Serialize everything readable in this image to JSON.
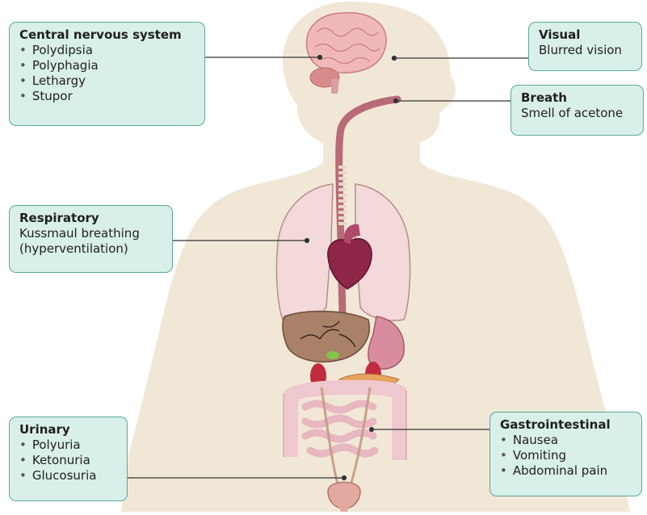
{
  "callouts": {
    "cns": {
      "title": "Central nervous system",
      "items": [
        "Polydipsia",
        "Polyphagia",
        "Lethargy",
        "Stupor"
      ]
    },
    "visual": {
      "title": "Visual",
      "text": "Blurred vision"
    },
    "breath": {
      "title": "Breath",
      "text": "Smell of acetone"
    },
    "respiratory": {
      "title": "Respiratory",
      "lines": [
        "Kussmaul breathing",
        "(hyperventilation)"
      ]
    },
    "urinary": {
      "title": "Urinary",
      "items": [
        "Polyuria",
        "Ketonuria",
        "Glucosuria"
      ]
    },
    "gastrointestinal": {
      "title": "Gastrointestinal",
      "items": [
        "Nausea",
        "Vomiting",
        "Abdominal pain"
      ]
    }
  },
  "colors": {
    "body": "#f1e7d7",
    "callout_fill": "#d9efe9",
    "callout_border": "#5aa89a",
    "leader_line": "#333333",
    "brain": "#f0b8b8",
    "lungs": "#f3d9d9",
    "heart": "#8e2647",
    "liver": "#a98068",
    "stomach": "#d88c9d",
    "kidney": "#c22a3d",
    "pancreas": "#e7a35f",
    "intestine": "#efc7cf",
    "bladder": "#e3a9a0",
    "gallbladder": "#86c44a"
  }
}
